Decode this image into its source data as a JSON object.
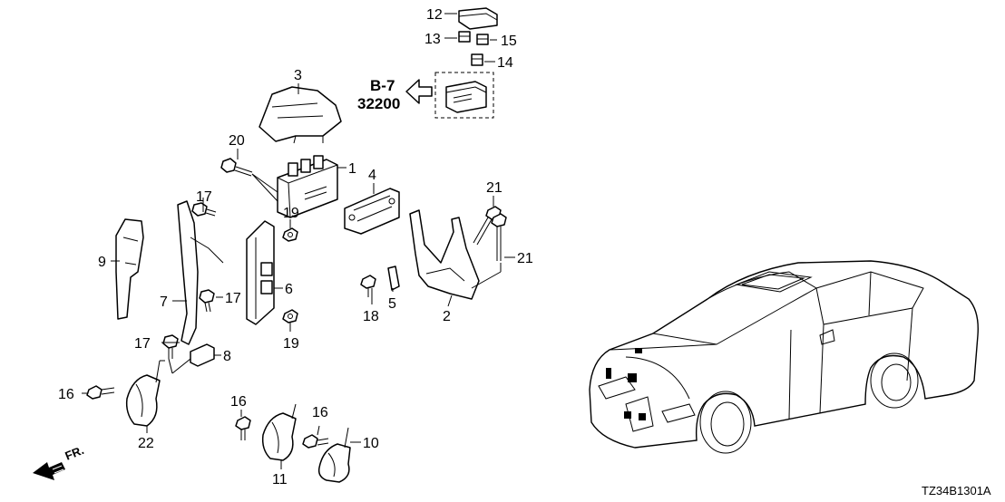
{
  "diagram": {
    "callouts": [
      {
        "id": "c1",
        "text": "1"
      },
      {
        "id": "c2",
        "text": "2"
      },
      {
        "id": "c3",
        "text": "3"
      },
      {
        "id": "c4",
        "text": "4"
      },
      {
        "id": "c5",
        "text": "5"
      },
      {
        "id": "c6",
        "text": "6"
      },
      {
        "id": "c7",
        "text": "7"
      },
      {
        "id": "c8",
        "text": "8"
      },
      {
        "id": "c9",
        "text": "9"
      },
      {
        "id": "c10",
        "text": "10"
      },
      {
        "id": "c11",
        "text": "11"
      },
      {
        "id": "c12",
        "text": "12"
      },
      {
        "id": "c13",
        "text": "13"
      },
      {
        "id": "c14",
        "text": "14"
      },
      {
        "id": "c15",
        "text": "15"
      },
      {
        "id": "c16a",
        "text": "16"
      },
      {
        "id": "c16b",
        "text": "16"
      },
      {
        "id": "c16c",
        "text": "16"
      },
      {
        "id": "c17a",
        "text": "17"
      },
      {
        "id": "c17b",
        "text": "17"
      },
      {
        "id": "c17c",
        "text": "17"
      },
      {
        "id": "c18",
        "text": "18"
      },
      {
        "id": "c19a",
        "text": "19"
      },
      {
        "id": "c19b",
        "text": "19"
      },
      {
        "id": "c20",
        "text": "20"
      },
      {
        "id": "c21a",
        "text": "21"
      },
      {
        "id": "c21b",
        "text": "21"
      },
      {
        "id": "c22",
        "text": "22"
      }
    ],
    "reference": {
      "section": "B-7",
      "number": "32200"
    },
    "front_arrow_label": "FR.",
    "drawing_code": "TZ34B1301A"
  }
}
